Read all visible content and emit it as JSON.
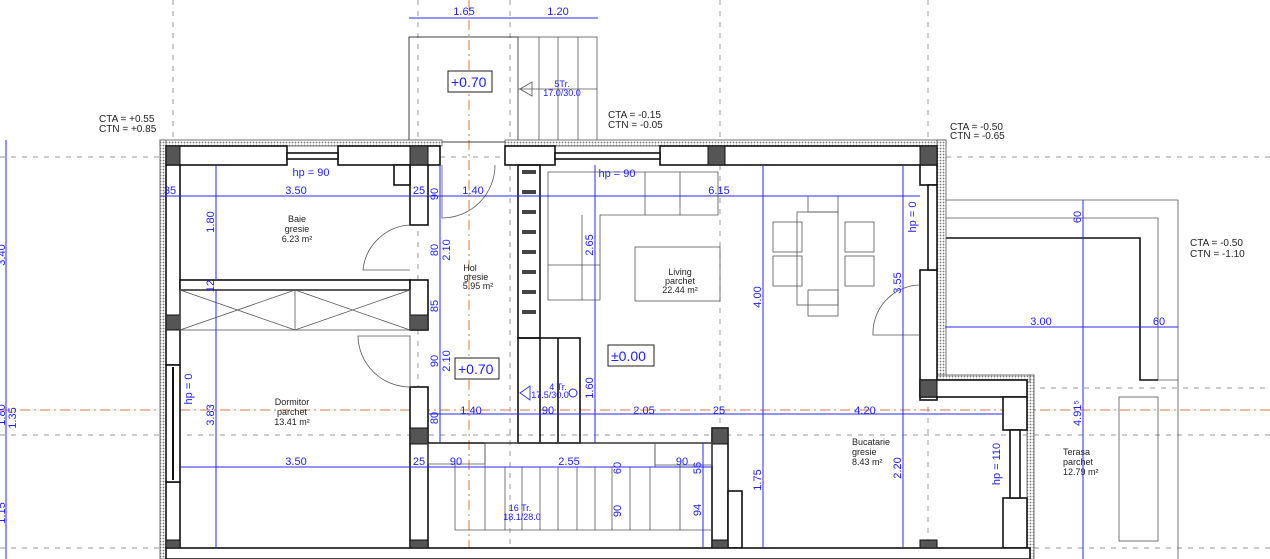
{
  "colors": {
    "dimension": "#1f1fff",
    "axis": "#e0773a",
    "wall": "#111111",
    "pillar": "#555555"
  },
  "levels": {
    "entry": "+0.70",
    "hall": "+0.70",
    "living": "±0.00"
  },
  "ground_levels": [
    {
      "cta": "CTA = +0.55",
      "ctn": "CTN = +0.85"
    },
    {
      "cta": "CTA = -0.15",
      "ctn": "CTN = -0.05"
    },
    {
      "cta": "CTA = -0.50",
      "ctn": "CTN = -0.65"
    },
    {
      "cta": "CTA = -0.50",
      "ctn": "CTN = -1.10"
    }
  ],
  "rooms": [
    {
      "name": "Baie",
      "floor": "gresie",
      "area": "6.23 m²"
    },
    {
      "name": "Hol",
      "floor": "gresie",
      "area": "5.95 m²"
    },
    {
      "name": "Living",
      "floor": "parchet",
      "area": "22.44 m²"
    },
    {
      "name": "Dormitor",
      "floor": "parchet",
      "area": "13.41 m²"
    },
    {
      "name": "Bucatarie",
      "floor": "gresie",
      "area": "8.43 m²"
    },
    {
      "name": "Terasa",
      "floor": "parchet",
      "area": "12.79 m²"
    }
  ],
  "stairs": [
    {
      "steps": "5Tr.",
      "ratio": "17.0/30.0"
    },
    {
      "steps": "4 Tr.",
      "ratio": "17.5/30.0"
    },
    {
      "steps": "16 Tr.",
      "ratio": "18.1/28.0"
    }
  ],
  "dimensions": {
    "top": [
      "1.65",
      "1.20"
    ],
    "row1": [
      "35",
      "3.50",
      "25",
      "90",
      "1.40",
      "6.15"
    ],
    "sill": [
      "hp = 90",
      "hp = 90",
      "hp = 0",
      "hp = 0",
      "hp = 110"
    ],
    "baie_h": "1.80",
    "closet": "12",
    "hol_v": [
      "80",
      "2.10",
      "85",
      "90",
      "2.10",
      "80"
    ],
    "living_v": [
      "2.65",
      "1.60",
      "4.00",
      "3.55"
    ],
    "row2": [
      "1.40",
      "90",
      "2.05",
      "25",
      "4.20"
    ],
    "dorm_h": "3.83",
    "row3": [
      "3.50",
      "25",
      "90",
      "2.55",
      "60",
      "90",
      "56"
    ],
    "stair_v": [
      "90",
      "94"
    ],
    "kitchen_v": [
      "1.75",
      "2.20"
    ],
    "terrace": [
      "60",
      "3.00",
      "60",
      "4.91⁵"
    ],
    "left": [
      "3.40",
      "1.80",
      "1.35",
      "1.15"
    ]
  }
}
